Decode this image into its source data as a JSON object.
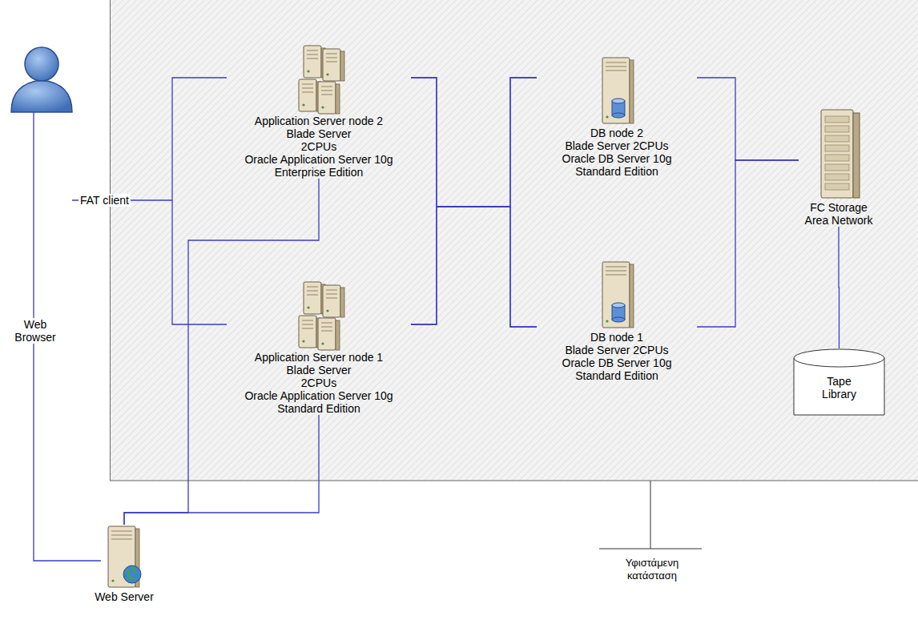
{
  "diagram": {
    "nodes": [
      {
        "text": [
          "Application Server node 2",
          "Blade Server",
          "2CPUs",
          "Oracle Application Server 10g Enterprise Edition"
        ]
      },
      {
        "text": [
          "Application Server node 1",
          "Blade Server",
          "2CPUs",
          "Oracle Application Server 10g Standard Edition"
        ]
      },
      {
        "text": [
          "DB node 2",
          "Blade Server 2CPUs",
          "Oracle DB Server 10g",
          "Standard Edition"
        ]
      },
      {
        "text": [
          "DB node 1",
          "Blade Server 2CPUs",
          "Oracle DB Server 10g",
          "Standard Edition"
        ]
      },
      {
        "text": [
          "FC Storage Area Network"
        ]
      },
      {
        "text": [
          "Tape Library"
        ]
      },
      {
        "text": [
          "Web Server"
        ]
      }
    ],
    "edges": [
      {
        "from": 6,
        "to": 0,
        "arrow": "none"
      },
      {
        "from": 6,
        "to": 1,
        "arrow": "none"
      },
      {
        "from": 0,
        "to": 2,
        "arrow": "none"
      },
      {
        "from": 0,
        "to": 3,
        "arrow": "none"
      },
      {
        "from": 1,
        "to": 2,
        "arrow": "none"
      },
      {
        "from": 1,
        "to": 3,
        "arrow": "none"
      },
      {
        "from": 2,
        "to": 4,
        "arrow": "none"
      },
      {
        "from": 3,
        "to": 4,
        "arrow": "none"
      },
      {
        "from": 4,
        "to": 5,
        "arrow": "none"
      }
    ],
    "labels": [
      "FAT client",
      "Web Browser",
      "Υφιστάμενη κατάσταση"
    ]
  }
}
